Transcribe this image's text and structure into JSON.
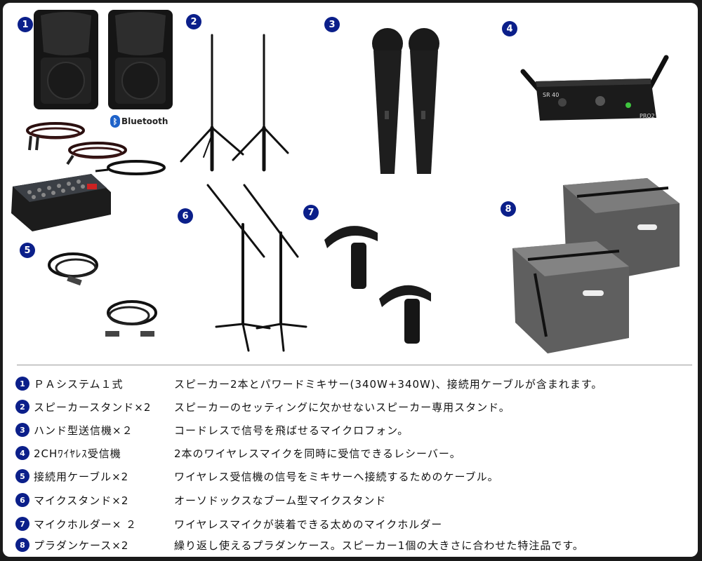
{
  "badges": [
    "1",
    "2",
    "3",
    "4",
    "5",
    "6",
    "7",
    "8"
  ],
  "bluetooth_label": "Bluetooth",
  "receiver_labels": {
    "model": "SR 40",
    "pro": "PRO2"
  },
  "items": [
    {
      "num": "1",
      "name": "ＰＡシステム１式",
      "desc": "スピーカー2本とパワードミキサー(340W+340W)、接続用ケーブルが含まれます。"
    },
    {
      "num": "2",
      "name": "スピーカースタンド×2",
      "desc": "スピーカーのセッティングに欠かせないスピーカー専用スタンド。"
    },
    {
      "num": "3",
      "name": "ハンド型送信機×２",
      "desc": "コードレスで信号を飛ばせるマイクロフォン。"
    },
    {
      "num": "4",
      "name": "2CHﾜｲﾔﾚｽ受信機",
      "desc": "2本のワイヤレスマイクを同時に受信できるレシーバー。"
    },
    {
      "num": "5",
      "name": "接続用ケーブル×2",
      "desc": "ワイヤレス受信機の信号をミキサーへ接続するためのケーブル。"
    },
    {
      "num": "6",
      "name": "マイクスタンド×2",
      "desc": "オーソドックスなブーム型マイクスタンド"
    },
    {
      "num": "7",
      "name": "マイクホルダー× ２",
      "desc": "ワイヤレスマイクが装着できる太めのマイクホルダー"
    },
    {
      "num": "8",
      "name": "プラダンケース×2",
      "desc": "繰り返し使えるプラダンケース。スピーカー1個の大きさに合わせた特注品です。"
    }
  ]
}
